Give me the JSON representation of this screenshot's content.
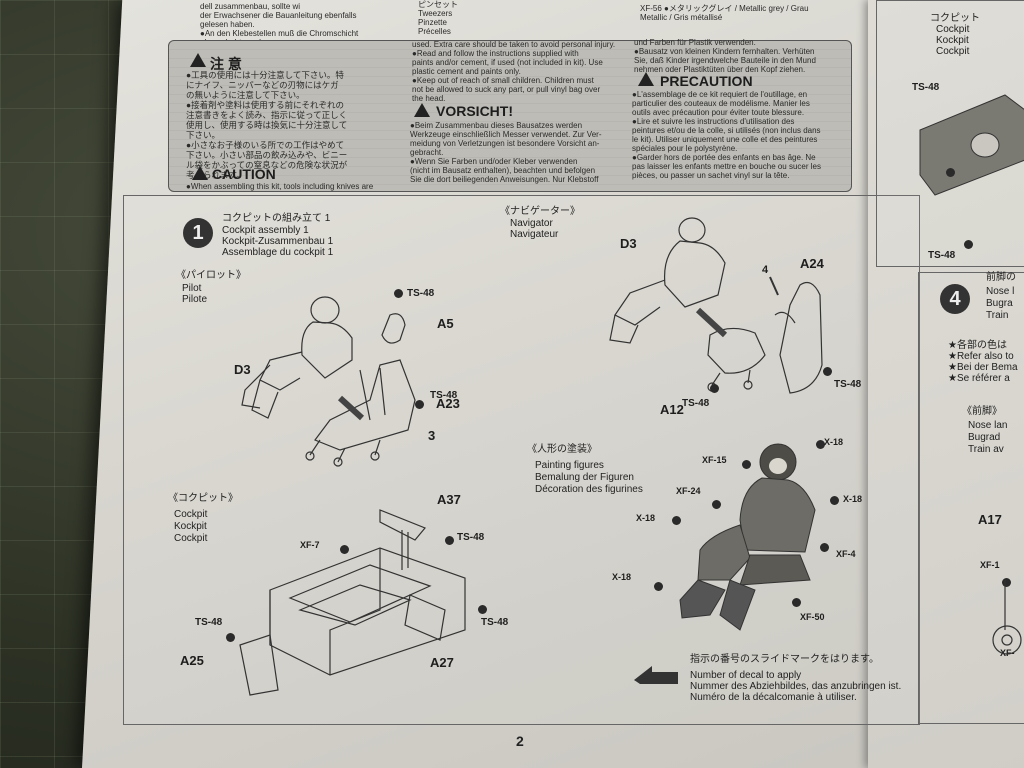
{
  "caution_box": {
    "top_left_text": "dell zusammenbau, sollte wi\nder Erwachsener die Bauanleitung ebenfalls\ngelesen haben.\n●An den Klebestellen muß die Chromschicht\nabgeschabt werden.",
    "top_mid_text": "ピンセット\nTweezers\nPinzette\nPrécelles",
    "top_right_text": "XF-56 ●メタリックグレイ / Metallic grey / Grau\nMetallic / Gris métallisé",
    "jp_title": "注 意",
    "jp_text": "●工具の使用には十分注意して下さい。特\nにナイフ、ニッパーなどの刃物にはケガ\nの無いように注意して下さい。\n●接着剤や塗料は使用する前にそれぞれの\n注意書きをよく読み、指示に従って正しく\n使用し、使用する時は換気に十分注意して\n下さい。\n●小さなお子様のいる所での工作はやめて\n下さい。小さい部品の飲み込みや、ビニー\nル袋をかぶっての窒息などの危険な状況が\n考えられます。",
    "caution_title": "CAUTION",
    "caution_text": "●When assembling this kit, tools including knives are",
    "mid_text": "used. Extra care should be taken to avoid personal injury.\n●Read and follow the instructions supplied with\npaints and/or cement, if used (not included in kit). Use\nplastic cement and paints only.\n●Keep out of reach of small children. Children must\nnot be allowed to suck any part, or pull vinyl bag over\nthe head.",
    "vorsicht_title": "VORSICHT!",
    "vorsicht_text": "●Beim Zusammenbau dieses Bausatzes werden\nWerkzeuge einschließlich Messer verwendet. Zur Ver-\nmeidung von Verletzungen ist besondere Vorsicht an-\ngebracht.\n●Wenn Sie Farben und/oder Kleber verwenden\n(nicht im Bausatz enthalten), beachten und befolgen\nSie die dort beiliegenden Anweisungen. Nur Klebstoff",
    "right_top_text": "und Farben für Plastik verwenden.\n●Bausatz von kleinen Kindern fernhalten. Verhüten\nSie, daß Kinder irgendwelche Bauteile in den Mund\nnehmen oder Plastiktüten über den Kopf ziehen.",
    "precaution_title": "PRECAUTION",
    "precaution_text": "●L'assemblage de ce kit requiert de l'outillage, en\nparticulier des couteaux de modélisme. Manier les\noutils avec précaution pour éviter toute blessure.\n●Lire et suivre les instructions d'utilisation des\npeintures et/ou de la colle, si utilisés (non inclus dans\nle kit). Utiliser uniquement une colle et des peintures\nspéciales pour le polystyrène.\n●Garder hors de portée des enfants en bas âge. Ne\npas laisser les enfants mettre en bouche ou sucer les\npièces, ou passer un sachet vinyl sur la tête."
  },
  "step1": {
    "number": "1",
    "title_jp": "コクピットの組み立て 1",
    "title_en": "Cockpit assembly 1",
    "title_de": "Kockpit-Zusammenbau 1",
    "title_fr": "Assemblage du cockpit 1",
    "pilot_jp": "《パイロット》",
    "pilot_en": "Pilot",
    "pilot_fr": "Pilote",
    "navigator_jp": "《ナビゲーター》",
    "navigator_en": "Navigator",
    "navigator_fr": "Navigateur",
    "cockpit_jp": "《コクピット》",
    "cockpit_en": "Cockpit",
    "cockpit_de": "Kockpit",
    "cockpit_fr": "Cockpit",
    "painting_jp": "《人形の塗装》",
    "painting_en": "Painting figures",
    "painting_de": "Bemalung der Figuren",
    "painting_fr": "Décoration des figurines",
    "decal_jp": "指示の番号のスライドマークをはります。",
    "decal_en": "Number of decal to apply",
    "decal_de": "Nummer des Abziehbildes, das anzubringen ist.",
    "decal_fr": "Numéro de la décalcomanie à utiliser."
  },
  "parts": {
    "pilot": [
      "TS-48",
      "A5",
      "D3",
      "TS-48",
      "A23",
      "3"
    ],
    "navigator": [
      "D3",
      "A24",
      "4",
      "A12",
      "TS-48",
      "TS-48"
    ],
    "cockpit": [
      "A37",
      "TS-48",
      "XF-7",
      "TS-48",
      "TS-48",
      "A25",
      "A27"
    ],
    "paint": [
      "X-18",
      "XF-15",
      "XF-24",
      "X-18",
      "X-18",
      "XF-4",
      "X-18",
      "XF-50"
    ]
  },
  "right_page": {
    "cockpit_jp": "コクピット",
    "cockpit_lines": "Cockpit\nKockpit\nCockpit",
    "ts48_a": "TS-48",
    "ts48_b": "TS-48",
    "step4_number": "4",
    "step4_jp": "前脚の",
    "step4_en": "Nose l",
    "step4_de": "Bugra",
    "step4_fr": "Train",
    "notes": "★各部の色は\n★Refer also to\n★Bei der Bema\n★Se référer a",
    "nose_jp": "《前脚》",
    "nose_en": "Nose lan",
    "nose_de": "Bugrad",
    "nose_fr": "Train av",
    "a17": "A17",
    "xf1": "XF-1",
    "xf_r": "XF-"
  },
  "page_number": "2"
}
